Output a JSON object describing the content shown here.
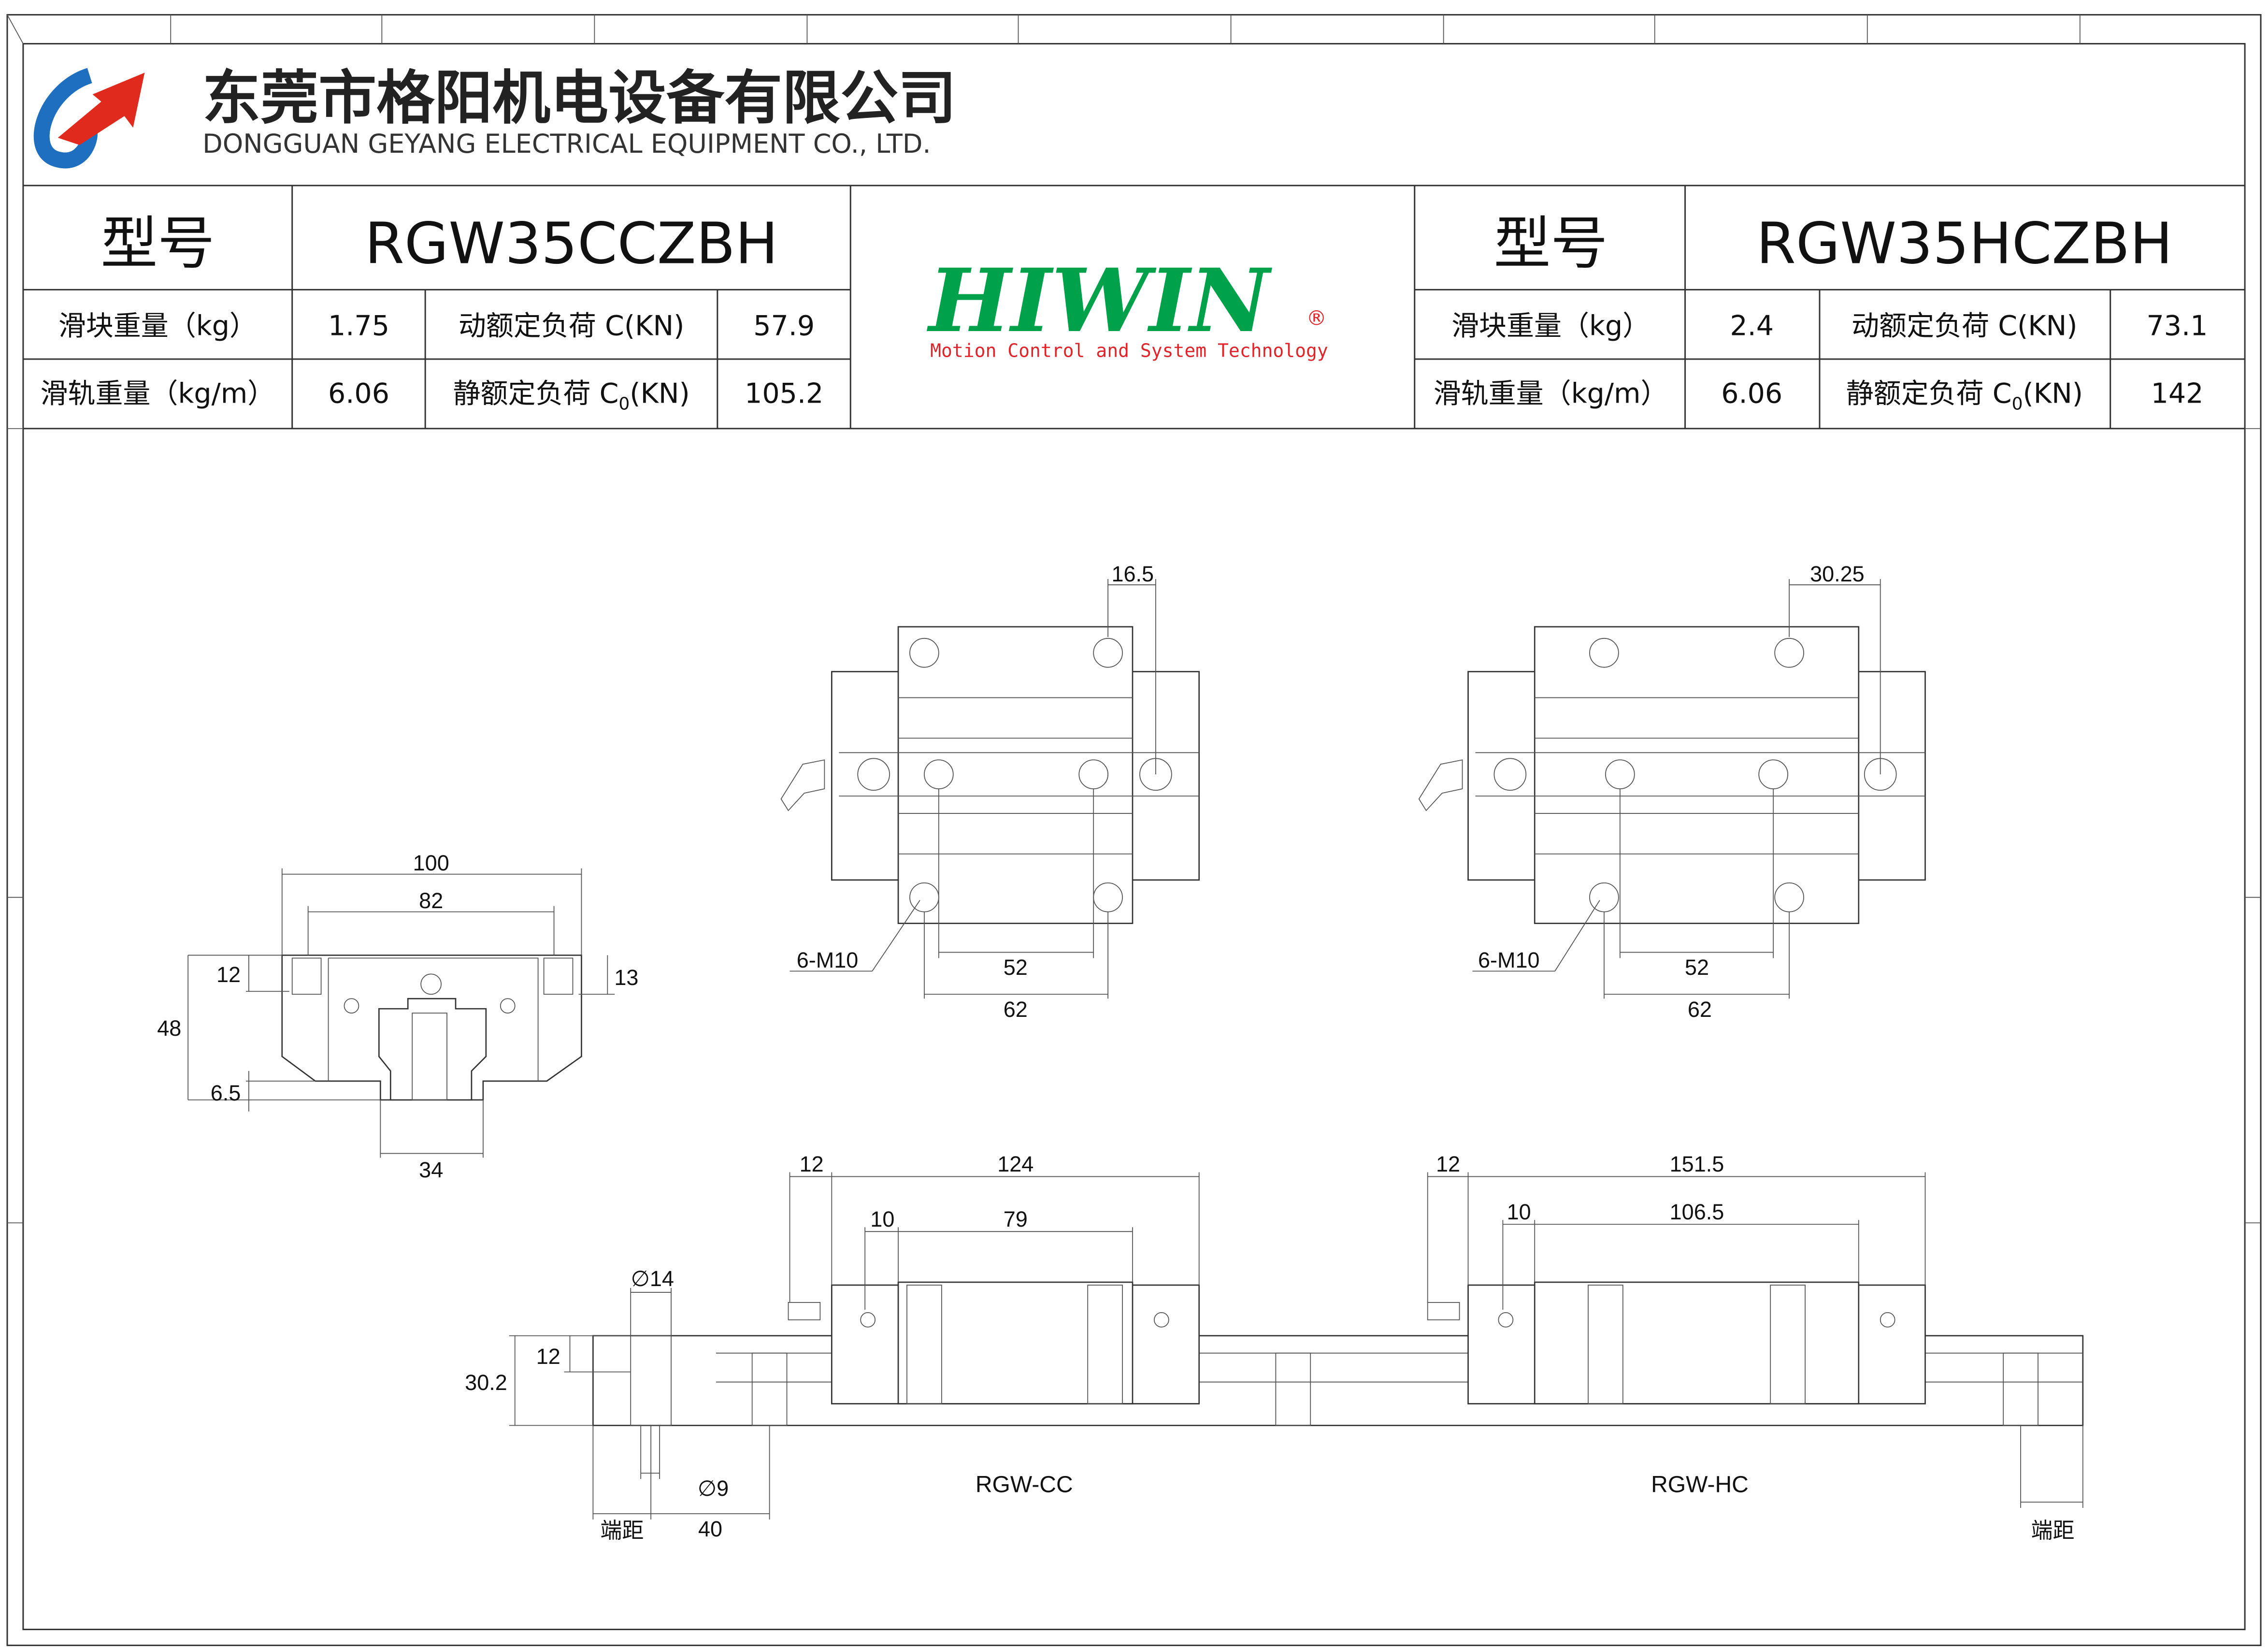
{
  "company": {
    "name_cn": "东莞市格阳机电设备有限公司",
    "name_en": "DONGGUAN GEYANG ELECTRICAL EQUIPMENT CO., LTD.",
    "logo_colors": {
      "blue": "#1e6fc0",
      "red": "#e02a1e"
    }
  },
  "brand": {
    "name": "HIWIN",
    "registered": "®",
    "tagline": "Motion Control and System Technology",
    "color": "#00a14b",
    "tagline_color": "#e0242a"
  },
  "left_spec": {
    "model_label": "型号",
    "model": "RGW35CCZBH",
    "block_weight_label": "滑块重量（kg）",
    "block_weight": "1.75",
    "dynamic_load_label": "动额定负荷 C(KN)",
    "dynamic_load": "57.9",
    "rail_weight_label": "滑轨重量（kg/m）",
    "rail_weight": "6.06",
    "static_load_label": "静额定负荷 C",
    "static_load_sub": "0",
    "static_load_unit": "(KN)",
    "static_load": "105.2"
  },
  "right_spec": {
    "model_label": "型号",
    "model": "RGW35HCZBH",
    "block_weight_label": "滑块重量（kg）",
    "block_weight": "2.4",
    "dynamic_load_label": "动额定负荷 C(KN)",
    "dynamic_load": "73.1",
    "rail_weight_label": "滑轨重量（kg/m）",
    "rail_weight": "6.06",
    "static_load_label": "静额定负荷 C",
    "static_load_sub": "0",
    "static_load_unit": "(KN)",
    "static_load": "142"
  },
  "front_view": {
    "w100": "100",
    "w82": "82",
    "h12": "12",
    "h13": "13",
    "h48": "48",
    "h6_5": "6.5",
    "w34": "34"
  },
  "top_cc": {
    "d16_5": "16.5",
    "holes": "6-M10",
    "d52": "52",
    "d62": "62"
  },
  "top_hc": {
    "d30_25": "30.25",
    "holes": "6-M10",
    "d52": "52",
    "d62": "62"
  },
  "side_view": {
    "cc": {
      "d12": "12",
      "d124": "124",
      "d10": "10",
      "d79": "79",
      "label": "RGW-CC"
    },
    "hc": {
      "d12": "12",
      "d151_5": "151.5",
      "d10": "10",
      "d106_5": "106.5",
      "label": "RGW-HC"
    },
    "rail": {
      "phi14": "∅14",
      "h12": "12",
      "h30_2": "30.2",
      "phi9": "∅9",
      "end_dist": "端距",
      "pitch": "40",
      "end_dist_right": "端距"
    }
  }
}
